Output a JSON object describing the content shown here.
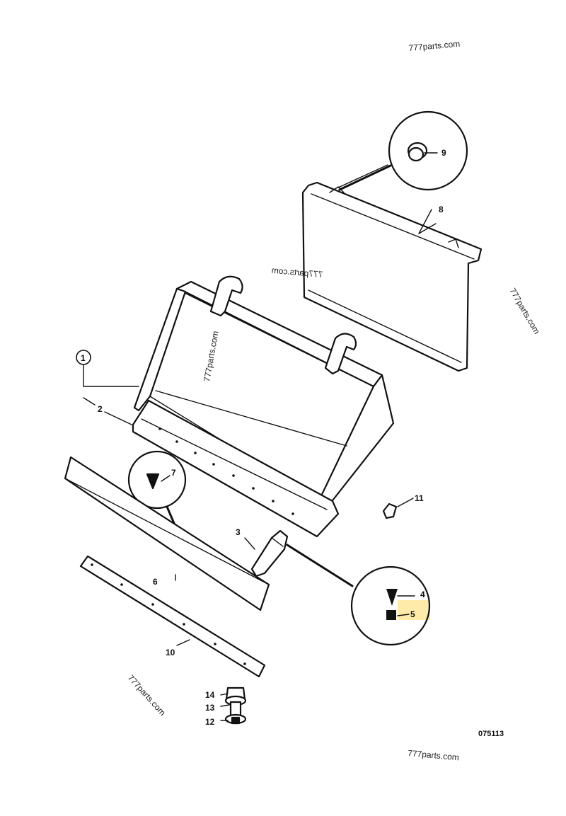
{
  "watermarks": {
    "top": "777parts.com",
    "mirrored": "777parts.com",
    "right": "777parts.com",
    "bucket": "777parts.com",
    "bottom_left": "777parts.com",
    "bottom": "777parts.com"
  },
  "drawing_code": "075113",
  "callouts": {
    "c1": "1",
    "c2": "2",
    "c3": "3",
    "c4": "4",
    "c5": "5",
    "c6": "6",
    "c7": "7",
    "c8": "8",
    "c9": "9",
    "c10": "10",
    "c11": "11",
    "c12": "12",
    "c13": "13",
    "c14": "14"
  },
  "highlight": {
    "callout": "5",
    "color": "#ffe89a"
  }
}
